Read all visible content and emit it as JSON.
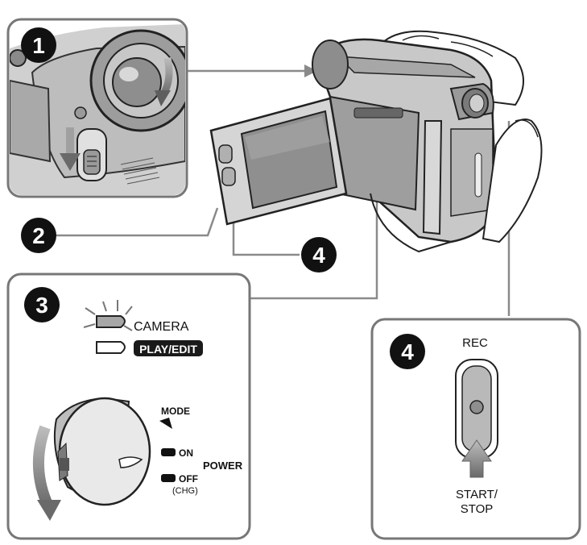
{
  "steps": [
    {
      "number": "1"
    },
    {
      "number": "2"
    },
    {
      "number": "3"
    },
    {
      "number": "4"
    },
    {
      "number": "4"
    }
  ],
  "panel3": {
    "camera_label": "CAMERA",
    "play_edit_label": "PLAY/EDIT",
    "mode_label": "MODE",
    "on_label": "ON",
    "off_label": "OFF",
    "chg_label": "(CHG)",
    "power_label": "POWER"
  },
  "panel4": {
    "rec_label": "REC",
    "start_label": "START/",
    "stop_label": "STOP"
  },
  "colors": {
    "line": "#111111",
    "gray_light": "#d9d9d9",
    "gray_mid": "#a8a8a8",
    "gray_dark": "#6e6e6e",
    "badge": "#111111"
  }
}
